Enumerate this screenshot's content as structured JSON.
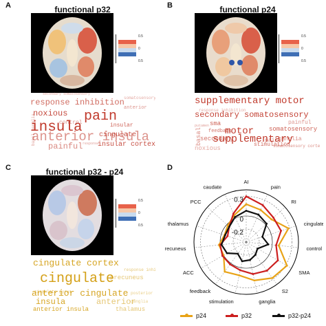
{
  "panels": {
    "A": {
      "letter": "A",
      "title": "functional p32",
      "cbar_labels": [
        "0.5",
        "0",
        "0.5"
      ]
    },
    "B": {
      "letter": "B",
      "title": "functional p24",
      "cbar_labels": [
        "0.5",
        "0",
        "0.5"
      ]
    },
    "C": {
      "letter": "C",
      "title": "functional p32 - p24",
      "cbar_labels": [
        "0.5",
        "0",
        "0.5"
      ]
    },
    "D": {
      "letter": "D"
    }
  },
  "wordclouds": {
    "A": {
      "color": "#c0392b",
      "words": [
        {
          "t": "secondary somatosensory",
          "s": 5,
          "o": 0.45
        },
        {
          "t": "response inhibition",
          "s": 12,
          "o": 0.75
        },
        {
          "t": "noxious",
          "s": 12,
          "o": 0.9
        },
        {
          "t": "pain",
          "s": 20,
          "o": 1.0
        },
        {
          "t": "insular",
          "s": 8,
          "o": 0.8
        },
        {
          "t": "insula",
          "s": 21,
          "o": 1.0
        },
        {
          "t": "control",
          "s": 8,
          "o": 0.55
        },
        {
          "t": "cingulate",
          "s": 10,
          "o": 0.85
        },
        {
          "t": "basal ganglia",
          "s": 6,
          "o": 0.5
        },
        {
          "t": "anterior insula",
          "s": 19,
          "o": 0.55
        },
        {
          "t": "painful",
          "s": 12,
          "o": 0.6
        },
        {
          "t": "insular cortex",
          "s": 10,
          "o": 0.9
        },
        {
          "t": "somatosensory",
          "s": 6,
          "o": 0.45
        },
        {
          "t": "response",
          "s": 5,
          "o": 0.5
        },
        {
          "t": "anterior",
          "s": 7,
          "o": 0.55
        }
      ]
    },
    "B": {
      "color": "#c0392b",
      "words": [
        {
          "t": "supplementary motor",
          "s": 14,
          "o": 1.0
        },
        {
          "t": "secondary somatosensory",
          "s": 12,
          "o": 0.95
        },
        {
          "t": "painful",
          "s": 8,
          "o": 0.55
        },
        {
          "t": "sma",
          "s": 9,
          "o": 0.8
        },
        {
          "t": "motor",
          "s": 14,
          "o": 1.0
        },
        {
          "t": "somatosensory",
          "s": 9,
          "o": 0.8
        },
        {
          "t": "feedback",
          "s": 7,
          "o": 0.7
        },
        {
          "t": "supplementary",
          "s": 15,
          "o": 1.0
        },
        {
          "t": "basal",
          "s": 9,
          "o": 0.6
        },
        {
          "t": "secondary",
          "s": 9,
          "o": 0.7
        },
        {
          "t": "pain",
          "s": 8,
          "o": 0.6
        },
        {
          "t": "ganglia",
          "s": 8,
          "o": 0.6
        },
        {
          "t": "noxious",
          "s": 9,
          "o": 0.45
        },
        {
          "t": "stimulation",
          "s": 8,
          "o": 0.75
        },
        {
          "t": "somatosensory cortex",
          "s": 6,
          "o": 0.6
        },
        {
          "t": "response inhibition",
          "s": 6,
          "o": 0.45
        },
        {
          "t": "putamen",
          "s": 5,
          "o": 0.5
        }
      ]
    },
    "C": {
      "color": "#d4a017",
      "words": [
        {
          "t": "cingulate cortex",
          "s": 13,
          "o": 0.95
        },
        {
          "t": "response inhibition",
          "s": 6,
          "o": 0.6
        },
        {
          "t": "precuneus",
          "s": 9,
          "o": 0.6
        },
        {
          "t": "cingulate",
          "s": 20,
          "o": 1.0
        },
        {
          "t": "cingulate gyrus",
          "s": 6,
          "o": 0.7
        },
        {
          "t": "anterior cingulate",
          "s": 13,
          "o": 0.95
        },
        {
          "t": "insula",
          "s": 12,
          "o": 0.95
        },
        {
          "t": "anterior",
          "s": 12,
          "o": 0.6
        },
        {
          "t": "anterior insula",
          "s": 9,
          "o": 0.95
        },
        {
          "t": "thalamus",
          "s": 9,
          "o": 0.6
        },
        {
          "t": "posterior",
          "s": 6,
          "o": 0.55
        },
        {
          "t": "ganglia",
          "s": 6,
          "o": 0.5
        }
      ]
    }
  },
  "chart_data": {
    "type": "radar",
    "axes": [
      "AI",
      "pain",
      "RI",
      "cingulate",
      "control",
      "SMA",
      "S2",
      "ganglia",
      "stimulation",
      "feedback",
      "ACC",
      "precuneus",
      "thalamus",
      "PCC",
      "caudate"
    ],
    "rticks": [
      0.3,
      0,
      -0.2
    ],
    "rlim": [
      -0.4,
      0.4
    ],
    "series": [
      {
        "name": "p24",
        "color": "#e8a317",
        "values": [
          0.18,
          0.14,
          0.12,
          0.28,
          0.1,
          0.32,
          0.28,
          0.2,
          0.12,
          0.16,
          0.0,
          0.02,
          -0.05,
          -0.02,
          0.05
        ]
      },
      {
        "name": "p32",
        "color": "#cc1f1f",
        "values": [
          0.3,
          0.22,
          0.16,
          0.16,
          0.06,
          0.16,
          0.14,
          0.1,
          0.04,
          0.02,
          0.02,
          0.0,
          -0.1,
          -0.05,
          0.08
        ]
      },
      {
        "name": "p32-p24",
        "color": "#111111",
        "values": [
          0.08,
          0.06,
          0.02,
          -0.14,
          -0.06,
          -0.2,
          -0.16,
          -0.12,
          -0.1,
          -0.18,
          -0.06,
          -0.02,
          -0.06,
          -0.05,
          0.02
        ]
      }
    ]
  }
}
